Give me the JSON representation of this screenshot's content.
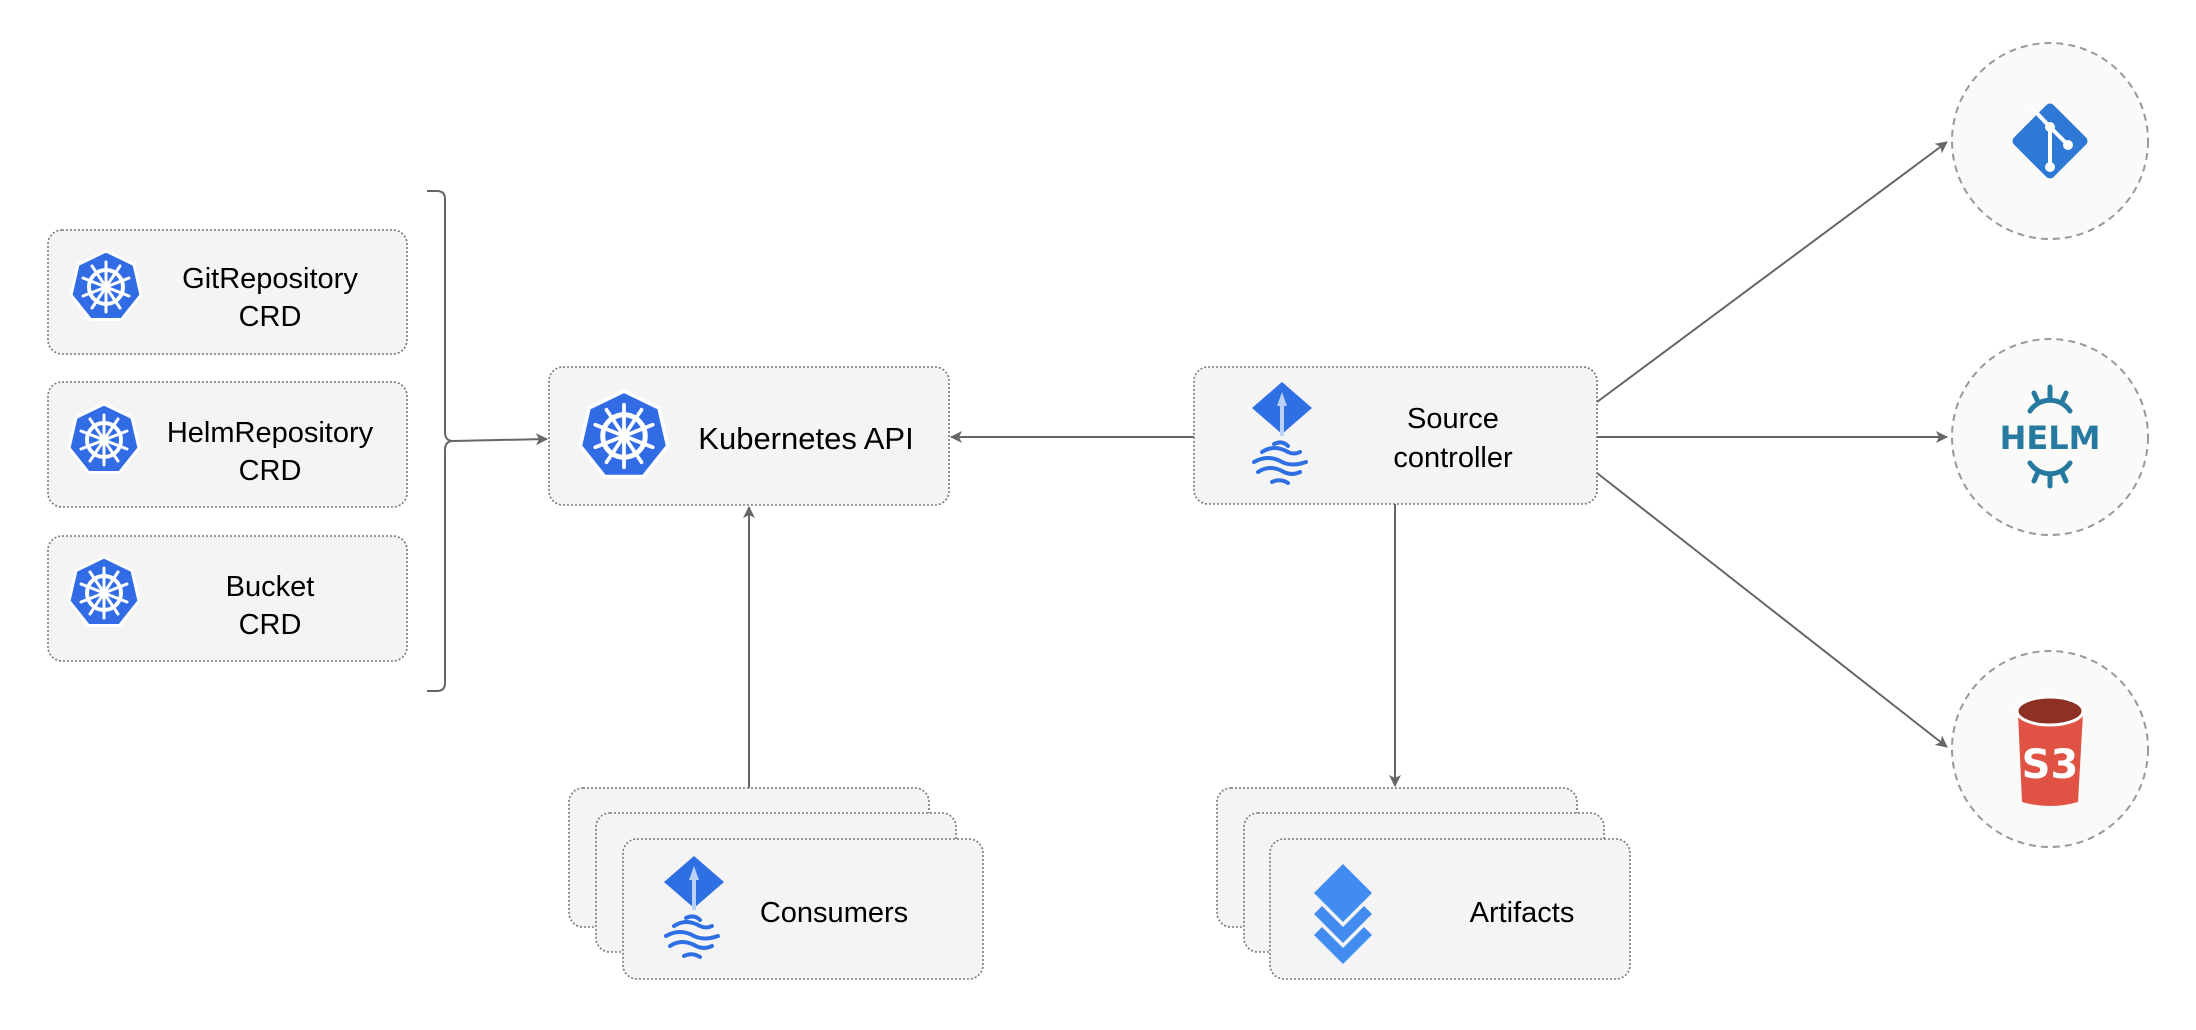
{
  "nodes": {
    "git_repository_crd": {
      "line1": "GitRepository",
      "line2": "CRD",
      "icon": "kubernetes-icon"
    },
    "helm_repository_crd": {
      "line1": "HelmRepository",
      "line2": "CRD",
      "icon": "kubernetes-icon"
    },
    "bucket_crd": {
      "line1": "Bucket",
      "line2": "CRD",
      "icon": "kubernetes-icon"
    },
    "kubernetes_api": {
      "label": "Kubernetes API",
      "icon": "kubernetes-icon"
    },
    "source_controller": {
      "line1": "Source",
      "line2": "controller",
      "icon": "flux-icon"
    },
    "consumers": {
      "label": "Consumers",
      "icon": "flux-icon"
    },
    "artifacts": {
      "label": "Artifacts",
      "icon": "layers-icon"
    },
    "git": {
      "icon": "git-icon"
    },
    "helm": {
      "logo_text": "HELM",
      "icon": "helm-icon"
    },
    "s3": {
      "logo_text": "S3",
      "icon": "s3-bucket-icon"
    }
  },
  "colors": {
    "kubernetes_blue": "#326CE5",
    "flux_blue": "#2F6FE4",
    "git_blue": "#2F79D6",
    "helm_teal": "#277A9F",
    "s3_red": "#E05243",
    "s3_dark": "#8C3123",
    "layers_blue": "#428BF0",
    "edge": "#666666",
    "node_fill": "#F4F4F4"
  }
}
